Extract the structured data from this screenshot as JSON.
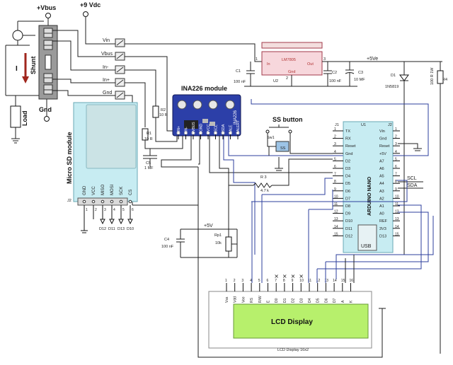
{
  "power": {
    "vbus_label": "+Vbus",
    "vdc_label": "+9 Vdc",
    "five_ve": "+5Ve",
    "five_v": "+5V",
    "gnd_label": "Gnd"
  },
  "shunt": {
    "label": "Shunt",
    "current": "I",
    "load": "Load"
  },
  "terminals": [
    "Vin",
    "Vbus",
    "In-",
    "In+",
    "Gnd"
  ],
  "ina226": {
    "title": "INA226 module",
    "chip": "INA226",
    "pins": [
      "IN+",
      "IN-",
      "VBUS",
      "GND",
      "VCC",
      "SCL",
      "SDA",
      "ALE",
      "ALERT"
    ]
  },
  "regulator": {
    "name": "LM7805",
    "ref": "U2",
    "pin_in": "In",
    "pin_out": "Out",
    "pin_gnd": "Gnd",
    "n1": "1",
    "n2": "2",
    "n3": "3"
  },
  "components": {
    "c1_ref": "C1",
    "c1_val": "100 nF",
    "c2_ref": "C2",
    "c2_val": "100 nF",
    "c3_ref": "C3",
    "c3_val": "10 MF",
    "d1_ref": "D1",
    "d1_val": "1N5819",
    "r4_val": "100 R 1W",
    "r4_ref": "R4",
    "r2_ref": "R2",
    "r2_val": "10 R",
    "r1_ref": "R1",
    "r1_val": "10 R",
    "c5_ref": "C5",
    "c5_val": "1 MF",
    "r3_ref": "R 3",
    "r3_val": "4.7 k",
    "c4_ref": "C4",
    "c4_val": "100 nF",
    "rp1_ref": "Rp1",
    "rp1_val": "10k"
  },
  "ss": {
    "title": "SS button",
    "sw": "Sw1",
    "led": "SS"
  },
  "sd": {
    "title": "Micro SD module",
    "ref": "J2",
    "pins": [
      "GND",
      "VCC",
      "MISO",
      "MOSI",
      "SCK",
      "CS"
    ],
    "pin_nums": [
      "1",
      "2",
      "3",
      "4",
      "5",
      "6"
    ],
    "nets": [
      "D12",
      "D11",
      "D13",
      "D10"
    ]
  },
  "nano": {
    "title": "ARDUINO NANO",
    "ref": "U1",
    "j1": "J1",
    "j2": "J2",
    "left_pins": [
      "TX",
      "RX",
      "Reset",
      "Gnd",
      "D2",
      "D3",
      "D4",
      "D5",
      "D6",
      "D7",
      "D8",
      "D9",
      "D10",
      "D11",
      "D12"
    ],
    "right_pins": [
      "Vin",
      "Gnd",
      "Reset",
      "+5V",
      "A7",
      "A6",
      "A5",
      "A4",
      "A3",
      "A2",
      "A1",
      "A0",
      "REF",
      "3V3",
      "D13"
    ],
    "left_nums": [
      "1",
      "2",
      "3",
      "4",
      "5",
      "6",
      "7",
      "8",
      "9",
      "10",
      "11",
      "12",
      "13",
      "14",
      "15"
    ],
    "right_nums": [
      "1",
      "2",
      "3",
      "4",
      "5",
      "6",
      "7",
      "8",
      "9",
      "10",
      "11",
      "12",
      "13",
      "14",
      "15"
    ],
    "usb": "USB",
    "scl": "SCL",
    "sda": "SDA"
  },
  "lcd": {
    "title": "LCD Display",
    "caption": "LCD Display 16x2",
    "pins": [
      "Vss",
      "Vdd",
      "Vee",
      "RS",
      "R/W",
      "E",
      "D0",
      "D1",
      "D2",
      "D3",
      "D4",
      "D5",
      "D6",
      "D7",
      "A",
      "K"
    ],
    "nums": [
      "1",
      "2",
      "3",
      "4",
      "5",
      "6",
      "7",
      "8",
      "9",
      "10",
      "11",
      "12",
      "13",
      "14",
      "15",
      "16"
    ]
  },
  "colors": {
    "wire": "#1f1f1f",
    "blue_wire": "#2c3f9c",
    "module_red": "#b13a4a",
    "ina_board": "#2c3fa8",
    "sd_board": "#c7ecf2",
    "lcd_screen": "#b7f06c"
  }
}
